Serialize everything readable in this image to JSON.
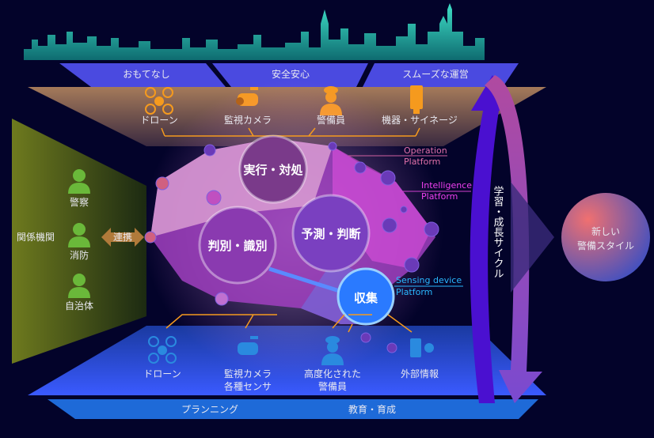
{
  "top_values": [
    "おもてなし",
    "安全安心",
    "スムーズな運営"
  ],
  "top_devices": [
    "ドローン",
    "監視カメラ",
    "警備員",
    "機器・サイネージ"
  ],
  "core": {
    "act": "実行・対処",
    "judge": "判別・識別",
    "predict": "予測・判断",
    "collect": "収集"
  },
  "platforms": {
    "operation": [
      "Operation",
      "Platform"
    ],
    "intelligence": [
      "Intelligence",
      "Platform"
    ],
    "sensing": [
      "Sensing device",
      "Platform"
    ]
  },
  "left": {
    "title": "関係機関",
    "items": [
      "警察",
      "消防",
      "自治体"
    ],
    "link": "連携"
  },
  "bottom_devices": [
    [
      "ドローン",
      ""
    ],
    [
      "監視カメラ",
      "各種センサ"
    ],
    [
      "高度化された",
      "警備員"
    ],
    [
      "外部情報",
      ""
    ]
  ],
  "bottom_band": [
    "プランニング",
    "教育・育成"
  ],
  "cycle": "学習・成長サイクル",
  "result": [
    "新しい",
    "警備スタイル"
  ],
  "colors": {
    "background": "#03032a",
    "orange": "#f59a1e",
    "teal": "#1aa79a",
    "magenta": "#e040e0",
    "cyan": "#2ab8ff"
  }
}
